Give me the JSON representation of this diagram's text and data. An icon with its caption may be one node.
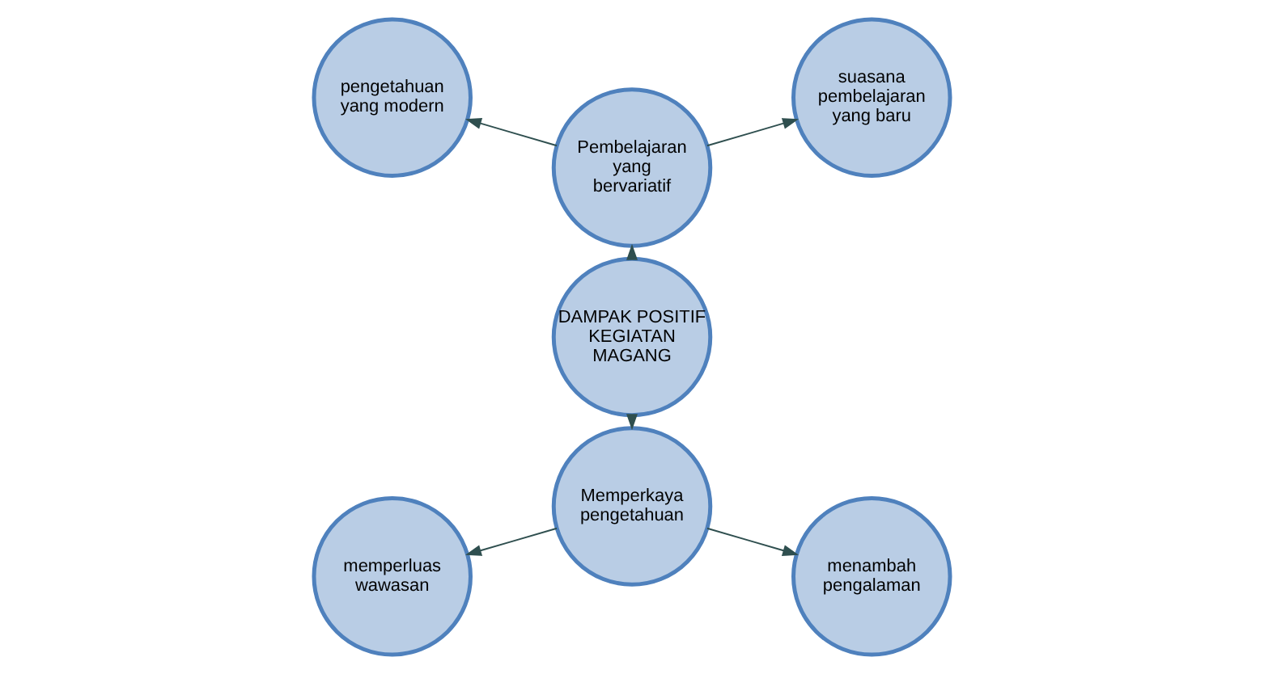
{
  "diagram": {
    "nodes": [
      {
        "text": [
          "suasana pembelajaran yang baru"
        ]
      },
      {
        "text": [
          "memperluas wawasan"
        ]
      },
      {
        "text": [
          "DAMPAK POSITIF KEGIATAN MAGANG"
        ]
      },
      {
        "text": [
          "Pembelajaran yang bervariatif"
        ]
      },
      {
        "text": [
          "Memperkaya pengetahuan"
        ]
      },
      {
        "text": [
          "menambah pengalaman"
        ]
      },
      {
        "text": [
          "pengetahuan yang modern"
        ]
      }
    ],
    "edges": [
      {
        "from": 2,
        "to": 3,
        "arrow": "to"
      },
      {
        "from": 2,
        "to": 4,
        "arrow": "to"
      },
      {
        "from": 3,
        "to": 0,
        "arrow": "to"
      },
      {
        "from": 3,
        "to": 6,
        "arrow": "to"
      },
      {
        "from": 4,
        "to": 1,
        "arrow": "to"
      },
      {
        "from": 4,
        "to": 5,
        "arrow": "to"
      }
    ]
  }
}
